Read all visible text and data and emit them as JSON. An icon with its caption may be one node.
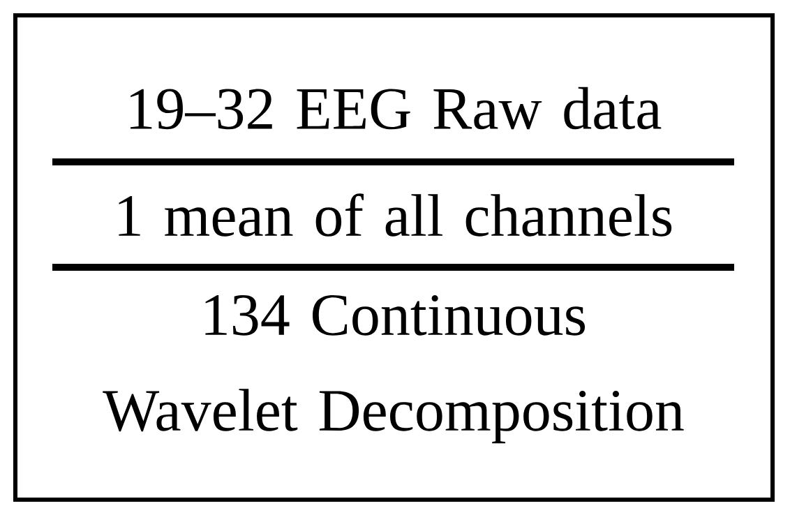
{
  "diagram": {
    "nodes": [
      {
        "text": [
          "19–32 EEG Raw data",
          "1 mean of all channels",
          "134 Continuous Wavelet Decomposition"
        ]
      }
    ]
  }
}
